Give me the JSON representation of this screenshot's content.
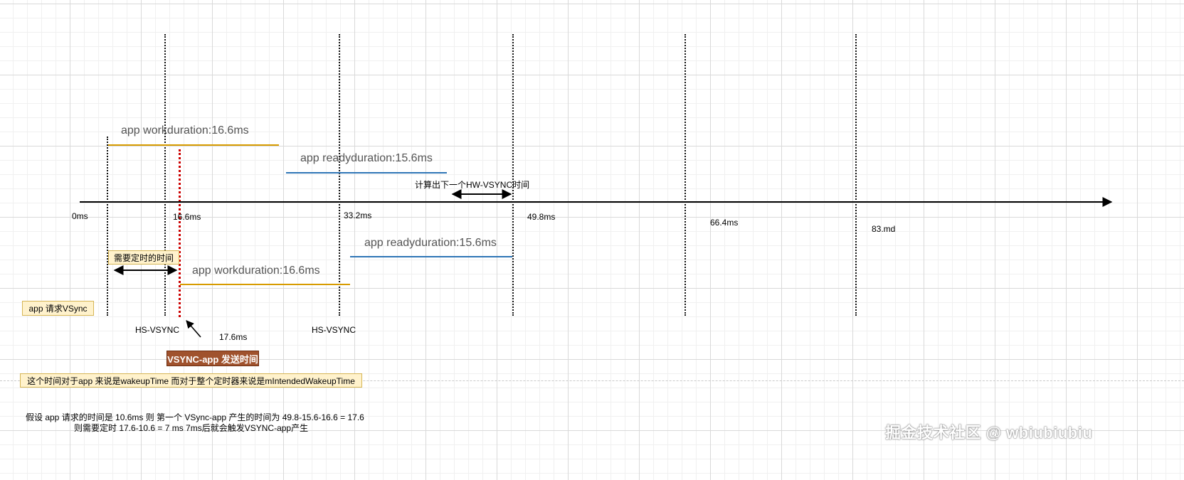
{
  "timeline": {
    "ticks": [
      "0ms",
      "16.6ms",
      "33.2ms",
      "49.8ms",
      "66.4ms",
      "83.md"
    ]
  },
  "labels": {
    "upper_workduration": "app workduration:16.6ms",
    "upper_readyduration": "app readyduration:15.6ms",
    "lower_readyduration": "app readyduration:15.6ms",
    "lower_workduration": "app workduration:16.6ms",
    "calc_next_hw_vsync": "计算出下一个HW-VSYNC时间",
    "need_timing": "需要定时的时间",
    "app_request_vsync": "app 请求VSync",
    "hs_vsync_1": "HS-VSYNC",
    "hs_vsync_2": "HS-VSYNC",
    "send_time_value": "17.6ms",
    "vsync_app_send": "VSYNC-app 发送时间",
    "wakeup_note": "这个时间对于app 来说是wakeupTime  而对于整个定时器来说是mIntendedWakeupTime",
    "assumption_line1": "假设 app 请求的时间是 10.6ms     则 第一个 VSync-app 产生的时间为   49.8-15.6-16.6  =  17.6",
    "assumption_line2": "则需要定时  17.6-10.6  = 7 ms         7ms后就会触发VSYNC-app产生"
  },
  "watermark": "掘金技术社区 @ wbiubiubiu",
  "colors": {
    "workduration": "#d79b00",
    "readyduration": "#2e75b6",
    "send_line": "#cc0000",
    "label_box_fill": "#fff2cc",
    "label_box_border": "#d6b656",
    "vsync_box_fill": "#a0522d"
  }
}
